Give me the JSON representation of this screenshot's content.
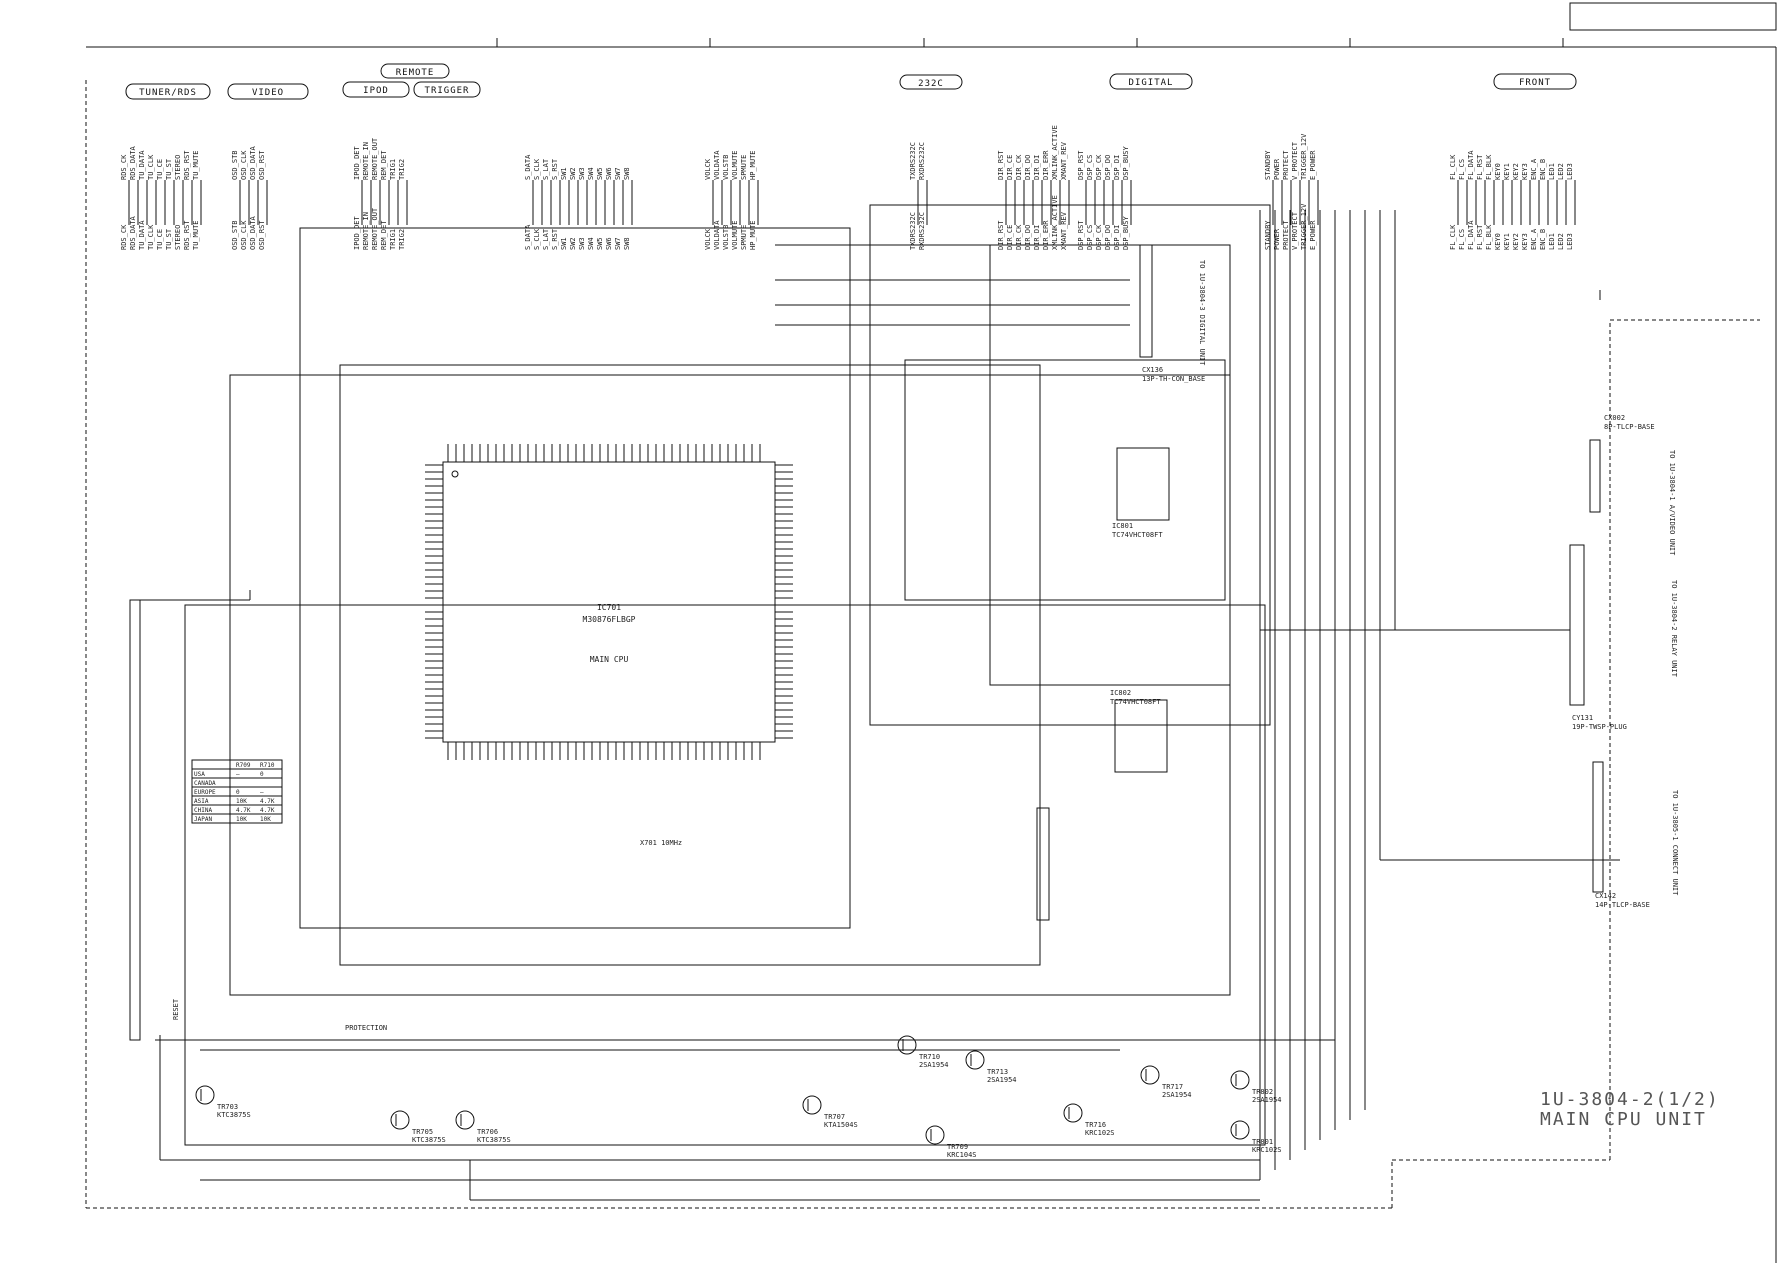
{
  "sheet": {
    "title_line1": "1U-3804-2(1/2)",
    "title_line2": "MAIN CPU UNIT"
  },
  "section_labels": [
    {
      "id": "tuner",
      "label": "TUNER/RDS"
    },
    {
      "id": "video",
      "label": "VIDEO"
    },
    {
      "id": "remote",
      "label": "REMOTE"
    },
    {
      "id": "ipod",
      "label": "IPOD"
    },
    {
      "id": "trigger",
      "label": "TRIGGER"
    },
    {
      "id": "rs232c",
      "label": "232C"
    },
    {
      "id": "digital",
      "label": "DIGITAL"
    },
    {
      "id": "front",
      "label": "FRONT"
    }
  ],
  "ic": {
    "ref": "IC701",
    "part": "M30876FLBGP",
    "name": "MAIN CPU"
  },
  "connectors": [
    {
      "ref": "CX136",
      "type": "13P-TH-CON_BASE",
      "dest": "TO 1U-3804-3 DIGITAL UNIT"
    },
    {
      "ref": "CX002",
      "type": "8P-TLCP-BASE",
      "dest": "TO 1U-3804-1 A/VIDEO UNIT"
    },
    {
      "ref": "CY131",
      "type": "19P-TWSP-PLUG",
      "dest": "TO 1U-3804-2 RELAY UNIT"
    },
    {
      "ref": "CX142",
      "type": "14P-TLCP-BASE",
      "dest": "TO 1U-3805-1 CONNECT UNIT"
    }
  ],
  "sub_ics": [
    {
      "ref": "IC801",
      "part": "TC74VHCT08FT"
    },
    {
      "ref": "IC802",
      "part": "TC74VHCT08FT"
    }
  ],
  "transistors": [
    {
      "ref": "TR703",
      "part": "KTC3875S"
    },
    {
      "ref": "TR705",
      "part": "KTC3875S"
    },
    {
      "ref": "TR706",
      "part": "KTC3875S"
    },
    {
      "ref": "TR707",
      "part": "KTA1504S"
    },
    {
      "ref": "TR709",
      "part": "KRC104S"
    },
    {
      "ref": "TR710",
      "part": "2SA1954"
    },
    {
      "ref": "TR713",
      "part": "2SA1954"
    },
    {
      "ref": "TR716",
      "part": "KRC102S"
    },
    {
      "ref": "TR717",
      "part": "2SA1954"
    },
    {
      "ref": "TR802",
      "part": "2SA1954"
    },
    {
      "ref": "TR801",
      "part": "KRC102S"
    }
  ],
  "bus_labels_top": [
    "RDS_CK",
    "RDS_DATA",
    "TU_DATA",
    "TU_CLK",
    "TU_CE",
    "TU_ST",
    "STEREO",
    "RDS_RST",
    "TU_MUTE",
    "OSD_STB",
    "OSD_CLK",
    "OSD_DATA",
    "OSD_RST",
    "IPOD_DET",
    "REMOTE_IN",
    "REMOTE_OUT",
    "REM_DET",
    "TRIG1",
    "TRIG2",
    "S_DATA",
    "S_CLK",
    "S_LAT",
    "S_RST",
    "SW1",
    "SW2",
    "SW3",
    "SW4",
    "SW5",
    "SW6",
    "SW7",
    "SW8",
    "VOLCK",
    "VOLDATA",
    "VOLSTB",
    "VOLMUTE",
    "SPMUTE",
    "HP_MUTE",
    "TXDRS232C",
    "RXDRS232C",
    "DIR_RST",
    "DIR_CE",
    "DIR_CK",
    "DIR_DO",
    "DIR_DI",
    "DIR_ERR",
    "XMLINK_ACTIVE",
    "XMANT_REV",
    "DSP_RST",
    "DSP_CS",
    "DSP_CK",
    "DSP_DO",
    "DSP_DI",
    "DSP_BUSY",
    "STANDBY",
    "POWER",
    "PROTECT",
    "V_PROTECT",
    "TRIGGER_12V",
    "E_POWER",
    "FL_CLK",
    "FL_CS",
    "FL_DATA",
    "FL_RST",
    "FL_BLK",
    "KEY0",
    "KEY1",
    "KEY2",
    "KEY3",
    "ENC_A",
    "ENC_B",
    "LED1",
    "LED2",
    "LED3"
  ],
  "notes": {
    "table_headers": [
      "",
      "R709",
      "R710"
    ],
    "table_rows": [
      [
        "USA",
        "—",
        "0"
      ],
      [
        "CANADA",
        "",
        ""
      ],
      [
        "EUROPE",
        "0",
        "—"
      ],
      [
        "ASIA",
        "10K",
        "4.7K"
      ],
      [
        "CHINA",
        "4.7K",
        "4.7K"
      ],
      [
        "JAPAN",
        "10K",
        "10K"
      ]
    ],
    "crystal": "X701 10MHz",
    "reset": "RESET",
    "protection": "PROTECTION"
  }
}
